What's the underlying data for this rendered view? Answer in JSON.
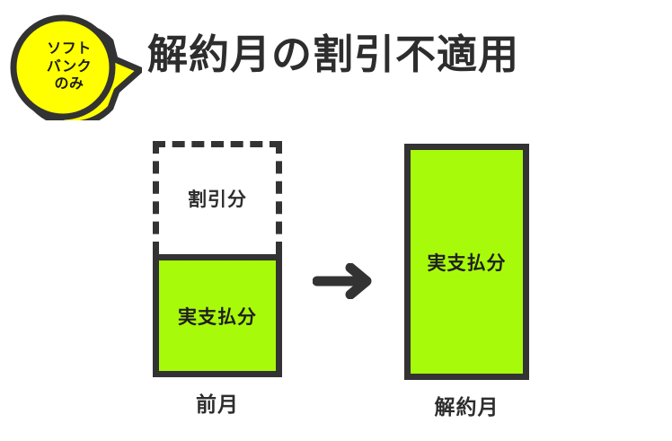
{
  "page": {
    "title": "解約月の割引不適用",
    "background_color": "#ffffff"
  },
  "badge": {
    "name": "softbank-only-badge",
    "lines": [
      "ソフト",
      "バンク",
      "のみ"
    ],
    "fill_color": "#ffff00",
    "stroke_color": "#333333",
    "text_color": "#1b1b1b"
  },
  "diagram": {
    "arrow_icon": "right-arrow-icon",
    "arrow_color": "#333333",
    "green_color": "#a8fa0b",
    "outline_color": "#333333",
    "columns": [
      {
        "key": "previous-month",
        "caption": "前月",
        "segments": [
          {
            "key": "discount",
            "label": "割引分",
            "style": "dashed",
            "fill": "#ffffff"
          },
          {
            "key": "actual-payment",
            "label": "実支払分",
            "style": "solid",
            "fill": "#a8fa0b"
          }
        ]
      },
      {
        "key": "cancellation-month",
        "caption": "解約月",
        "segments": [
          {
            "key": "actual-payment",
            "label": "実支払分",
            "style": "solid",
            "fill": "#a8fa0b"
          }
        ]
      }
    ]
  }
}
